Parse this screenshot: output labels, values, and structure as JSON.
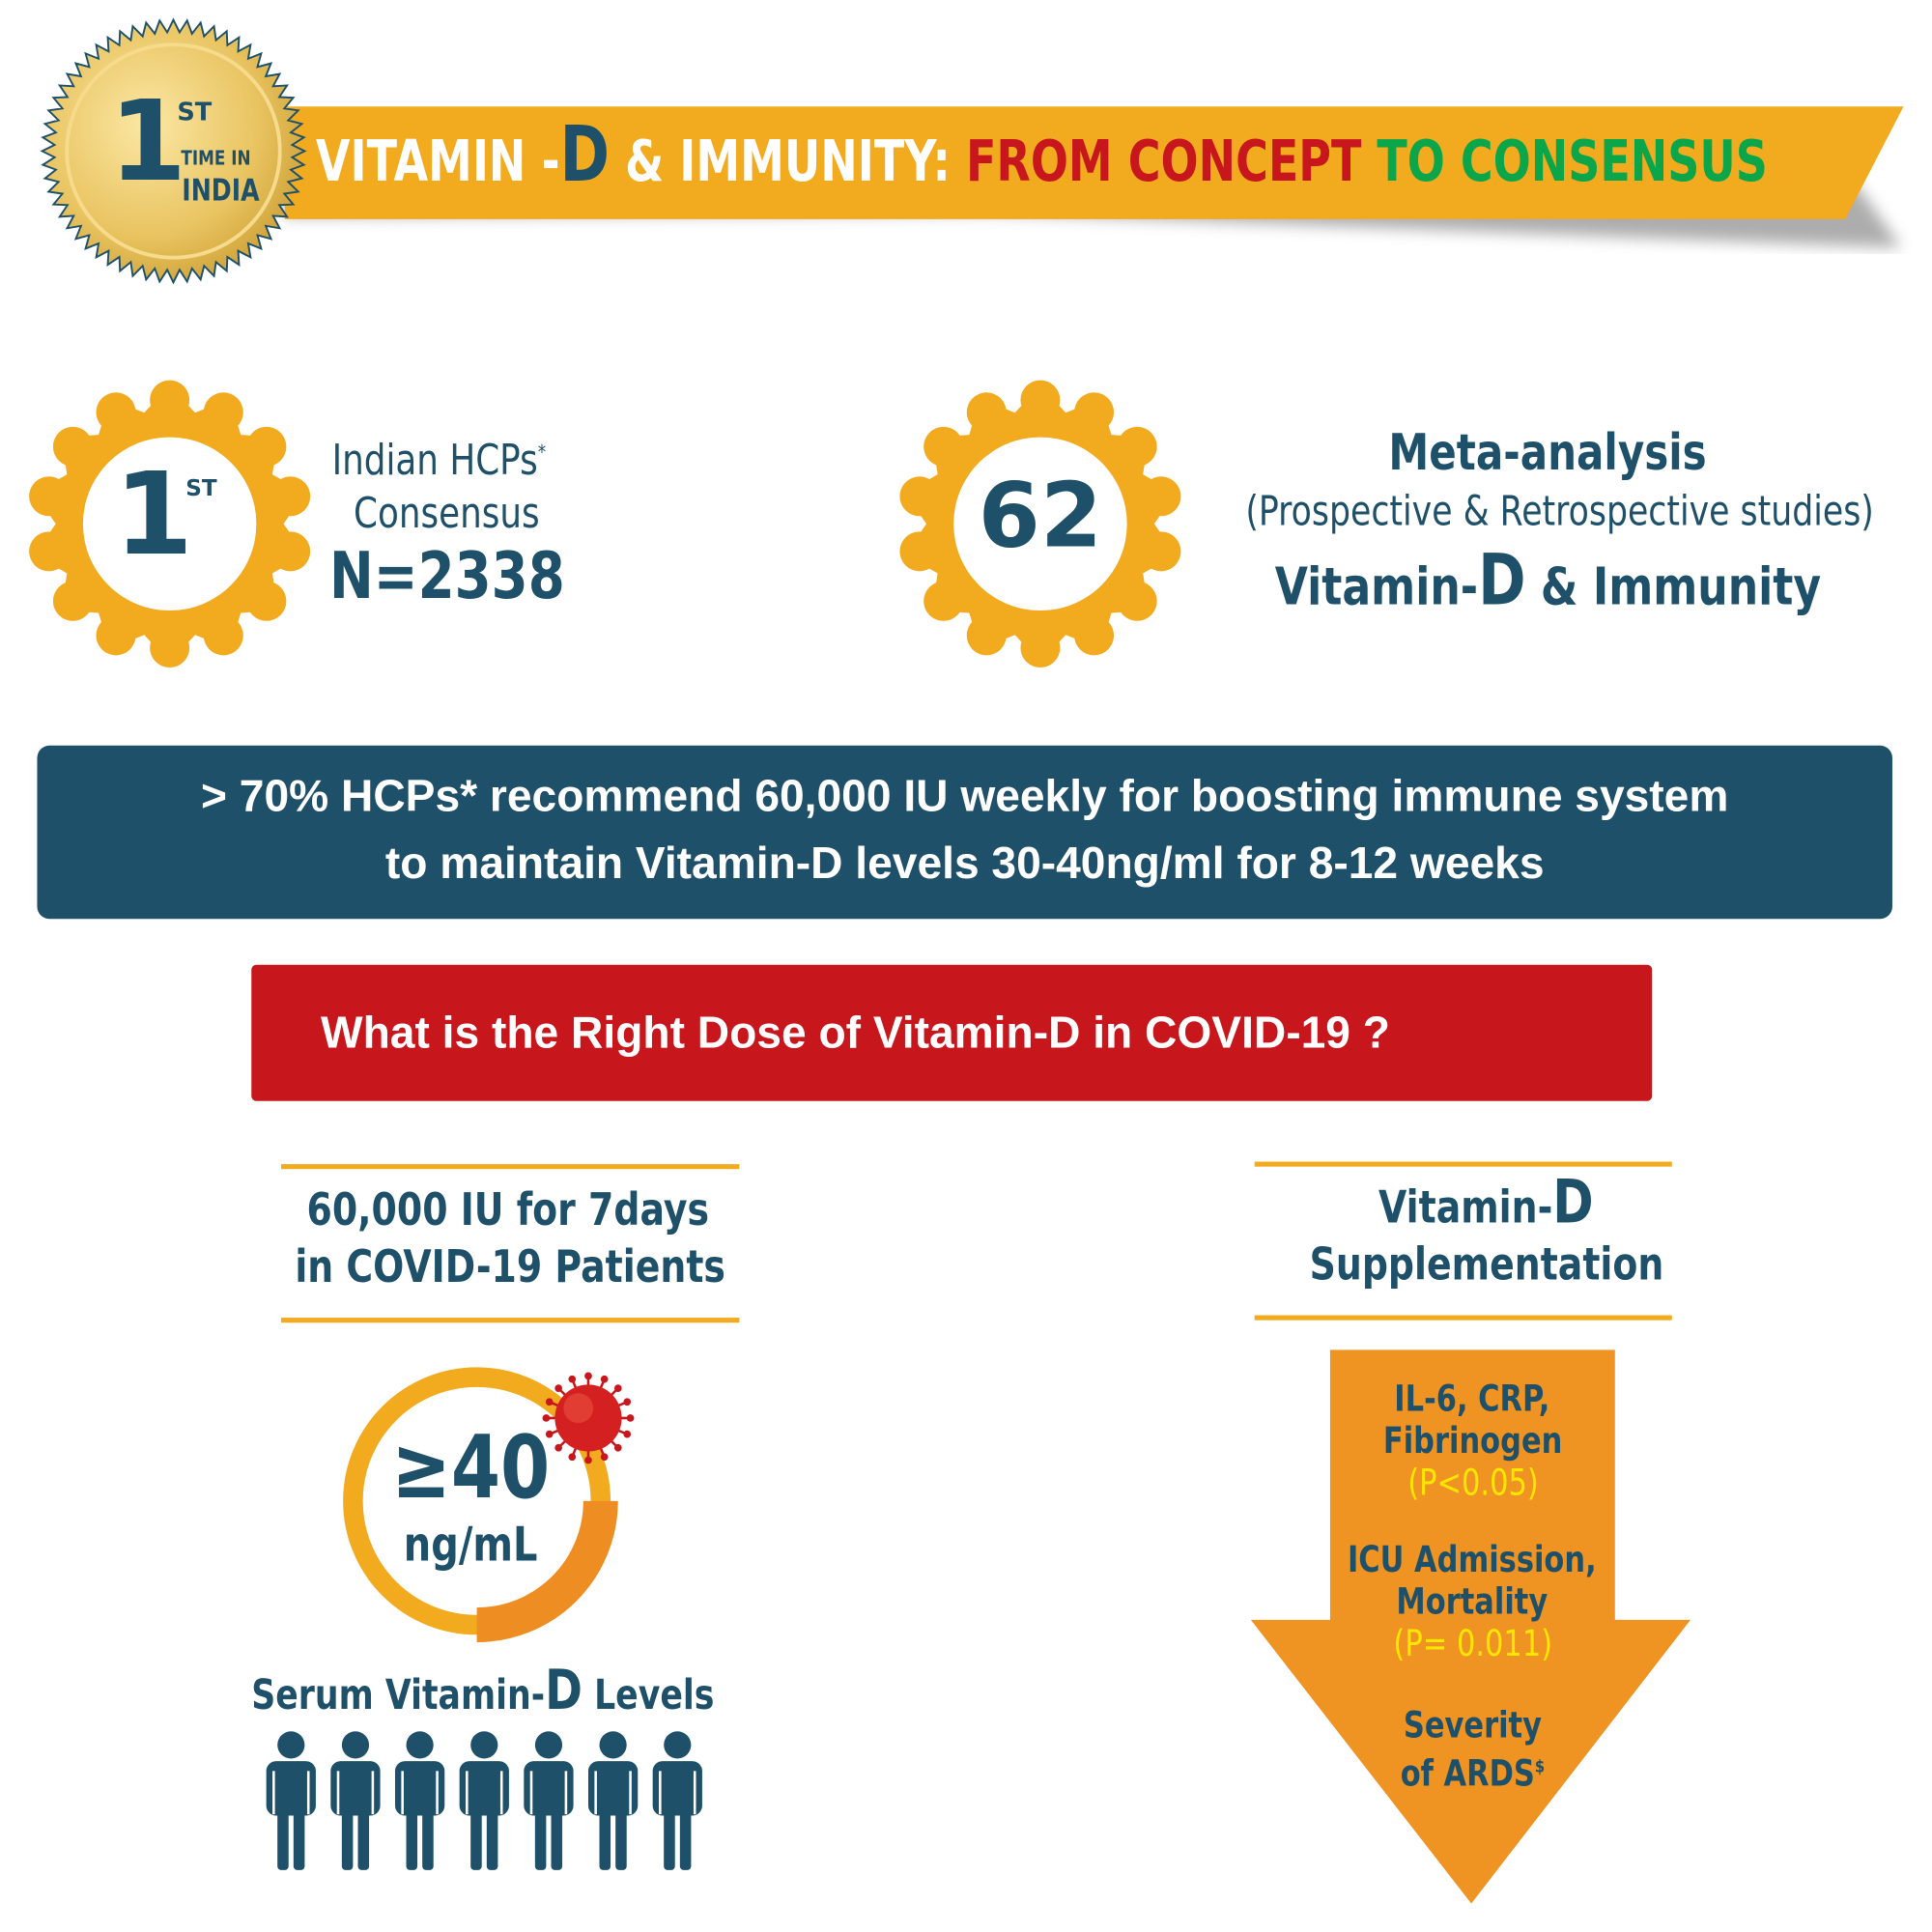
{
  "seal": {
    "big": "1",
    "sup": "ST",
    "line1": "TIME IN",
    "line2": "INDIA"
  },
  "banner": {
    "part1": "VITAMIN -",
    "d": "D",
    "part2": "& IMMUNITY:",
    "part3": "FROM CONCEPT",
    "part4": "TO CONSENSUS",
    "colors": {
      "bg": "#F2AA1F",
      "red": "#C8161D",
      "green": "#0BA64A",
      "blue": "#1F5069"
    }
  },
  "stat1": {
    "gear_big": "1",
    "gear_sup": "ST",
    "line1": "Indian HCPs",
    "line1_sup": "*",
    "line2": "Consensus",
    "count": "N=2338"
  },
  "stat2": {
    "gear_number": "62",
    "title": "Meta-analysis",
    "subtitle": "(Prospective & Retrospective studies)",
    "topic_a": "Vitamin-",
    "topic_d": "D",
    "topic_b": "& Immunity"
  },
  "recommendation": {
    "line1": "> 70% HCPs* recommend 60,000 IU weekly for boosting immune system",
    "line2": "to maintain Vitamin-D levels 30-40ng/ml for 8-12 weeks"
  },
  "question": "What is the Right Dose of Vitamin-D in COVID-19 ?",
  "left": {
    "heading_line1": "60,000 IU for 7days",
    "heading_line2": "in COVID-19 Patients",
    "value": "≥40",
    "unit": "ng/mL",
    "caption_a": "Serum Vitamin-",
    "caption_d": "D",
    "caption_b": "Levels",
    "people_count": 7
  },
  "right": {
    "heading_a": "Vitamin-",
    "heading_d": "D",
    "heading_line2": "Supplementation",
    "items": [
      {
        "label1": "IL-6, CRP,",
        "label2": "Fibrinogen",
        "p": "(P<0.05)"
      },
      {
        "label1": "ICU Admission,",
        "label2": "Mortality",
        "p": "(P= 0.011)"
      },
      {
        "label1": "Severity",
        "label2": "of ARDS",
        "sup": "$"
      }
    ]
  }
}
